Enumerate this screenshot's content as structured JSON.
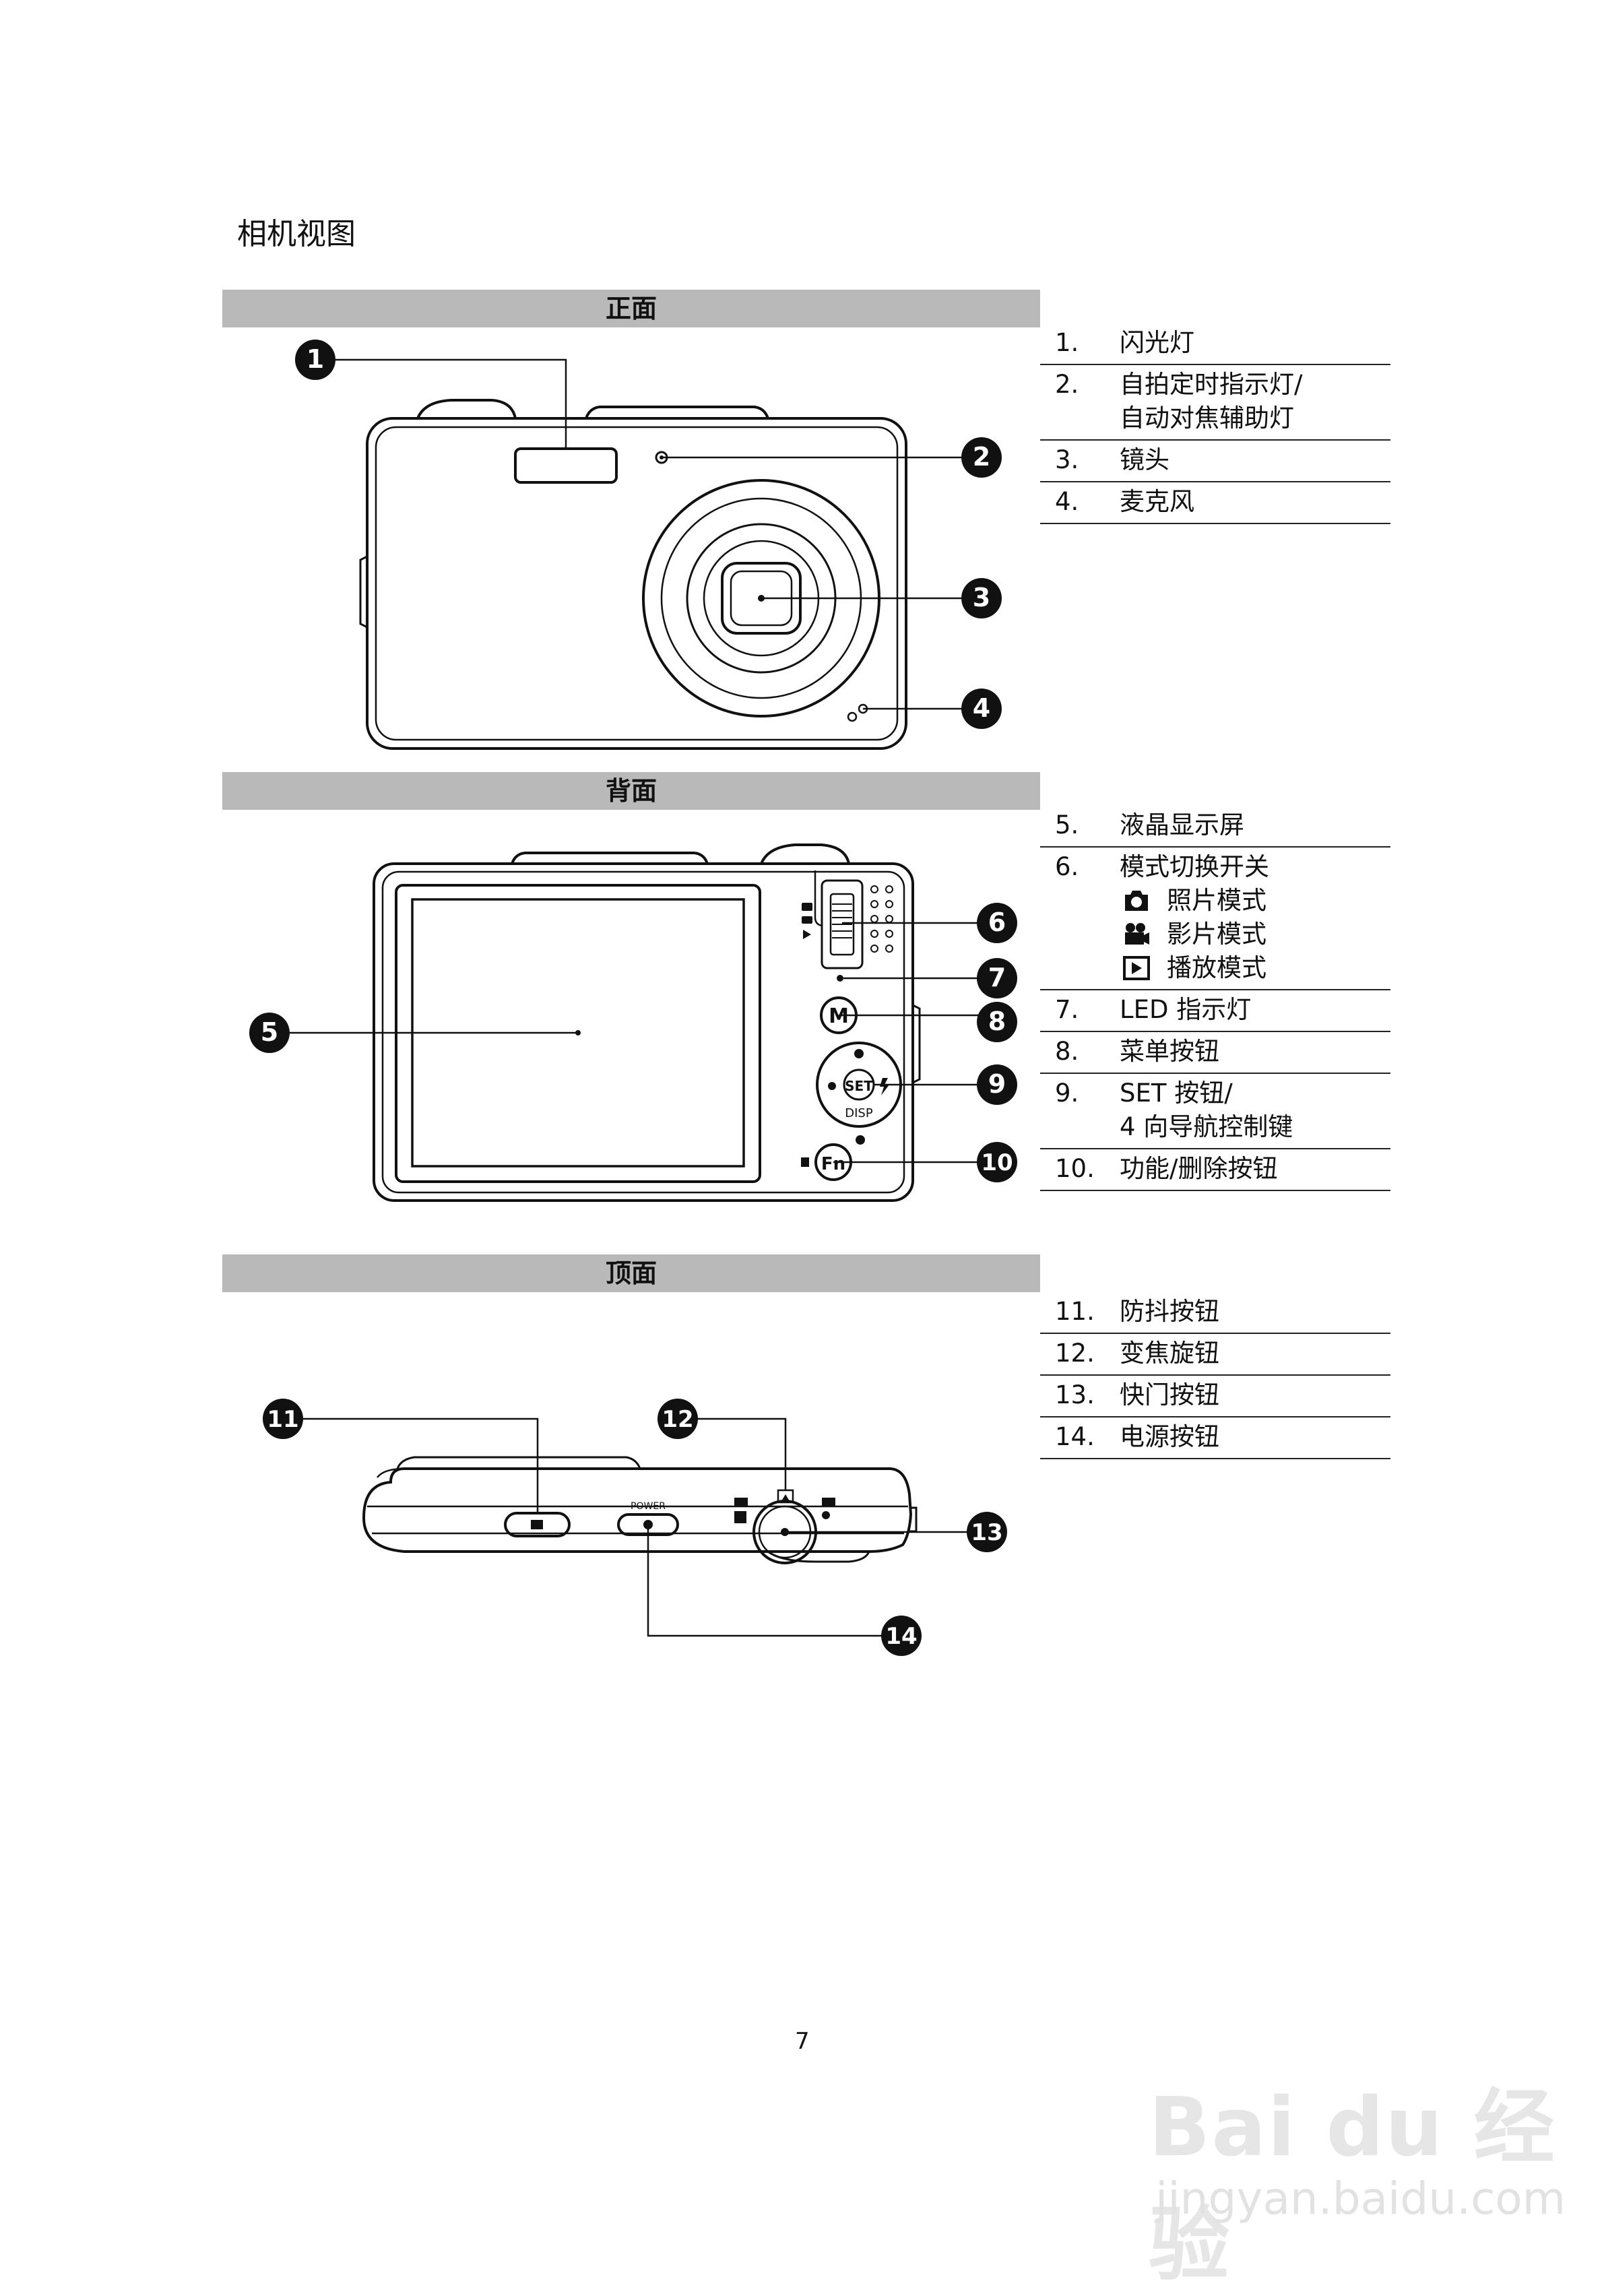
{
  "page_title": "相机视图",
  "page_number": "7",
  "sections": {
    "front": {
      "title": "正面",
      "items": [
        {
          "num": "1.",
          "lines": [
            "闪光灯"
          ]
        },
        {
          "num": "2.",
          "lines": [
            "自拍定时指示灯/",
            "自动对焦辅助灯"
          ]
        },
        {
          "num": "3.",
          "lines": [
            "镜头"
          ]
        },
        {
          "num": "4.",
          "lines": [
            "麦克风"
          ]
        }
      ]
    },
    "back": {
      "title": "背面",
      "items": [
        {
          "num": "5.",
          "lines": [
            "液晶显示屏"
          ]
        },
        {
          "num": "6.",
          "lines": [
            "模式切换开关"
          ],
          "modes": [
            {
              "icon": "camera-icon",
              "label": "照片模式"
            },
            {
              "icon": "video-camera-icon",
              "label": "影片模式"
            },
            {
              "icon": "play-icon",
              "label": "播放模式"
            }
          ]
        },
        {
          "num": "7.",
          "lines": [
            "LED  指示灯"
          ]
        },
        {
          "num": "8.",
          "lines": [
            "菜单按钮"
          ]
        },
        {
          "num": "9.",
          "lines": [
            "SET  按钮/",
            "4  向导航控制键"
          ]
        },
        {
          "num": "10.",
          "lines": [
            "功能/删除按钮"
          ]
        }
      ]
    },
    "top": {
      "title": "顶面",
      "items": [
        {
          "num": "11.",
          "lines": [
            "防抖按钮"
          ]
        },
        {
          "num": "12.",
          "lines": [
            "变焦旋钮"
          ]
        },
        {
          "num": "13.",
          "lines": [
            "快门按钮"
          ]
        },
        {
          "num": "14.",
          "lines": [
            "电源按钮"
          ]
        }
      ]
    }
  },
  "camera_labels": {
    "set": "SET",
    "disp": "DISP",
    "menu": "M",
    "fn": "Fn",
    "power": "POWER"
  },
  "callouts": [
    "1",
    "2",
    "3",
    "4",
    "5",
    "6",
    "7",
    "8",
    "9",
    "10",
    "11",
    "12",
    "13",
    "14"
  ],
  "watermark": {
    "brand": "Bai du 经验",
    "url": "jingyan.baidu.com"
  }
}
